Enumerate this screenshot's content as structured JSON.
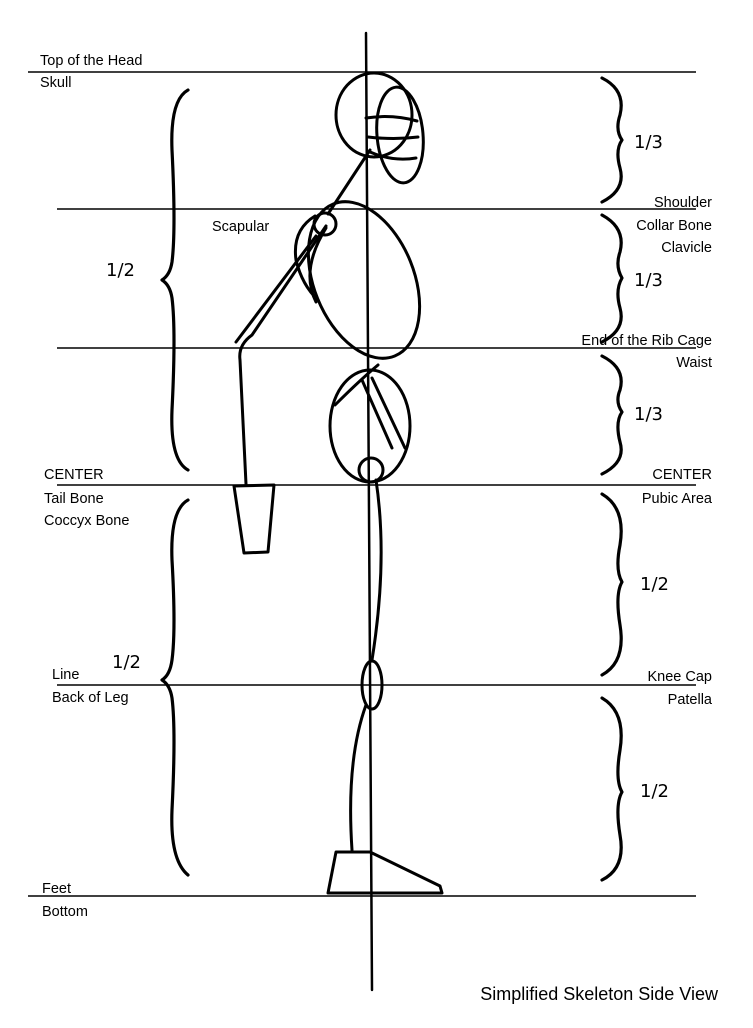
{
  "labels": {
    "top_of_head": "Top of the Head",
    "skull": "Skull",
    "scapular": "Scapular",
    "shoulder": "Shoulder",
    "collar_bone": "Collar Bone",
    "clavicle": "Clavicle",
    "end_rib_cage": "End of the Rib Cage",
    "waist": "Waist",
    "center_left": "CENTER",
    "tail_bone": "Tail Bone",
    "coccyx_bone": "Coccyx Bone",
    "center_right": "CENTER",
    "pubic_area": "Pubic Area",
    "line": "Line",
    "back_of_leg": "Back of Leg",
    "knee_cap": "Knee Cap",
    "patella": "Patella",
    "feet": "Feet",
    "bottom": "Bottom"
  },
  "fractions": {
    "head": "1/3",
    "chest": "1/3",
    "abdomen": "1/3",
    "upper_half_left": "1/2",
    "thigh": "1/2",
    "lower_half_left": "1/2",
    "shin": "1/2"
  },
  "caption": "Simplified Skeleton Side View"
}
